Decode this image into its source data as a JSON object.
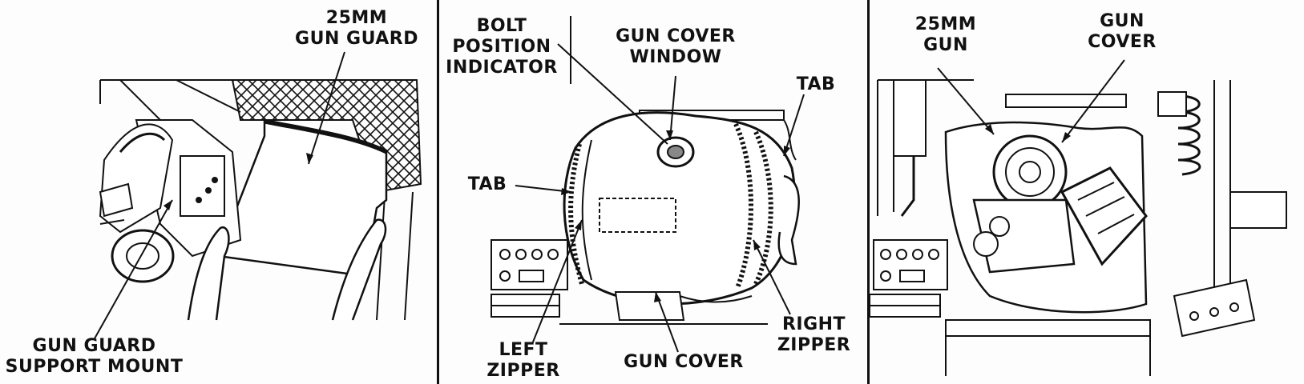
{
  "figure": {
    "panels": [
      {
        "labels": {
          "gun_guard": [
            "25MM",
            "GUN GUARD"
          ],
          "support_mount": [
            "GUN GUARD",
            "SUPPORT MOUNT"
          ]
        }
      },
      {
        "labels": {
          "bolt_indicator": [
            "BOLT",
            "POSITION",
            "INDICATOR"
          ],
          "cover_window": [
            "GUN COVER",
            "WINDOW"
          ],
          "tab_right": [
            "TAB"
          ],
          "tab_left": [
            "TAB"
          ],
          "left_zipper": [
            "LEFT",
            "ZIPPER"
          ],
          "gun_cover": [
            "GUN COVER"
          ],
          "right_zipper": [
            "RIGHT",
            "ZIPPER"
          ]
        }
      },
      {
        "labels": {
          "gun": [
            "25MM",
            "GUN"
          ],
          "gun_cover": [
            "GUN",
            "COVER"
          ]
        }
      }
    ],
    "colors": {
      "ink": "#111111",
      "paper": "#fdfdfd"
    }
  }
}
